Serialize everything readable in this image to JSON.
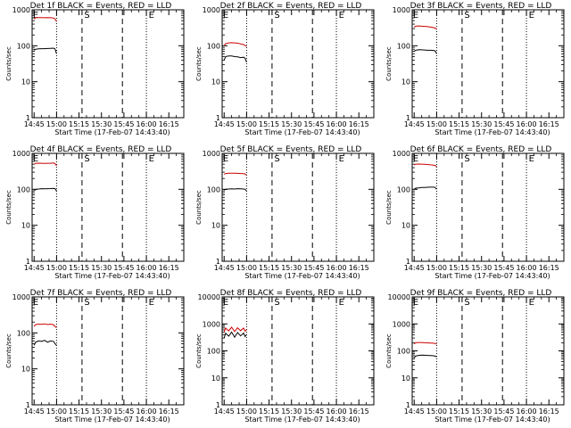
{
  "page": {
    "background": "#ffffff",
    "events_color": "#000000",
    "lld_color": "#cc0000"
  },
  "chart_data": [
    {
      "type": "line",
      "title": "Det 1f BLACK = Events, RED = LLD",
      "xlabel": "Start Time (17-Feb-07 14:43:40)",
      "ylabel": "Counts/sec",
      "x_ticks": [
        "14:45",
        "15:00",
        "15:15",
        "15:30",
        "15:45",
        "16:00",
        "16:15"
      ],
      "y_scale": "log",
      "y_ticks": [
        "1",
        "10",
        "100",
        "1000"
      ],
      "ylim": [
        1,
        1000
      ],
      "markers": [
        "E",
        "S",
        "E"
      ],
      "series": [
        {
          "color": "#000000",
          "x": [
            "14:45",
            "14:46",
            "14:48",
            "14:50",
            "14:52",
            "14:54",
            "14:56",
            "14:58",
            "14:59",
            "15:00"
          ],
          "values": [
            75,
            80,
            82,
            83,
            83,
            84,
            85,
            86,
            82,
            60
          ]
        },
        {
          "color": "#cc0000",
          "x": [
            "14:45",
            "14:46",
            "14:48",
            "14:50",
            "14:52",
            "14:54",
            "14:56",
            "14:58",
            "14:59",
            "15:00"
          ],
          "values": [
            560,
            600,
            610,
            610,
            600,
            605,
            600,
            590,
            560,
            470
          ]
        }
      ]
    },
    {
      "type": "line",
      "title": "Det 2f BLACK = Events, RED = LLD",
      "xlabel": "Start Time (17-Feb-07 14:43:40)",
      "ylabel": "Counts/sec",
      "x_ticks": [
        "14:45",
        "15:00",
        "15:15",
        "15:30",
        "15:45",
        "16:00",
        "16:15"
      ],
      "y_scale": "log",
      "y_ticks": [
        "1",
        "10",
        "100",
        "1000"
      ],
      "ylim": [
        1,
        1000
      ],
      "markers": [
        "E",
        "S",
        "E"
      ],
      "series": [
        {
          "color": "#000000",
          "x": [
            "14:45",
            "14:46",
            "14:48",
            "14:50",
            "14:52",
            "14:54",
            "14:56",
            "14:58",
            "14:59",
            "15:00"
          ],
          "values": [
            40,
            50,
            52,
            52,
            50,
            49,
            47,
            48,
            45,
            35
          ]
        },
        {
          "color": "#cc0000",
          "x": [
            "14:45",
            "14:46",
            "14:48",
            "14:50",
            "14:52",
            "14:54",
            "14:56",
            "14:58",
            "14:59",
            "15:00"
          ],
          "values": [
            100,
            115,
            120,
            122,
            120,
            118,
            112,
            108,
            102,
            95
          ]
        }
      ]
    },
    {
      "type": "line",
      "title": "Det 3f BLACK = Events, RED = LLD",
      "xlabel": "Start Time (17-Feb-07 14:43:40)",
      "ylabel": "Counts/sec",
      "x_ticks": [
        "14:45",
        "15:00",
        "15:15",
        "15:30",
        "15:45",
        "16:00",
        "16:15"
      ],
      "y_scale": "log",
      "y_ticks": [
        "1",
        "10",
        "100",
        "1000"
      ],
      "ylim": [
        1,
        1000
      ],
      "markers": [
        "E",
        "S",
        "E"
      ],
      "series": [
        {
          "color": "#000000",
          "x": [
            "14:45",
            "14:46",
            "14:48",
            "14:50",
            "14:52",
            "14:54",
            "14:56",
            "14:58",
            "14:59",
            "15:00"
          ],
          "values": [
            70,
            75,
            78,
            77,
            76,
            75,
            75,
            74,
            72,
            60
          ]
        },
        {
          "color": "#cc0000",
          "x": [
            "14:45",
            "14:46",
            "14:48",
            "14:50",
            "14:52",
            "14:54",
            "14:56",
            "14:58",
            "14:59",
            "15:00"
          ],
          "values": [
            330,
            350,
            355,
            350,
            345,
            340,
            330,
            320,
            310,
            290
          ]
        }
      ]
    },
    {
      "type": "line",
      "title": "Det 4f BLACK = Events, RED = LLD",
      "xlabel": "Start Time (17-Feb-07 14:43:40)",
      "ylabel": "Counts/sec",
      "x_ticks": [
        "14:45",
        "15:00",
        "15:15",
        "15:30",
        "15:45",
        "16:00",
        "16:15"
      ],
      "y_scale": "log",
      "y_ticks": [
        "1",
        "10",
        "100",
        "1000"
      ],
      "ylim": [
        1,
        1000
      ],
      "markers": [
        "E",
        "S",
        "E"
      ],
      "series": [
        {
          "color": "#000000",
          "x": [
            "14:45",
            "14:46",
            "14:48",
            "14:50",
            "14:52",
            "14:54",
            "14:56",
            "14:58",
            "14:59",
            "15:00"
          ],
          "values": [
            90,
            100,
            102,
            104,
            103,
            104,
            105,
            106,
            104,
            90
          ]
        },
        {
          "color": "#cc0000",
          "x": [
            "14:45",
            "14:46",
            "14:48",
            "14:50",
            "14:52",
            "14:54",
            "14:56",
            "14:58",
            "14:59",
            "15:00"
          ],
          "values": [
            500,
            530,
            535,
            530,
            525,
            530,
            530,
            540,
            520,
            450
          ]
        }
      ]
    },
    {
      "type": "line",
      "title": "Det 5f BLACK = Events, RED = LLD",
      "xlabel": "Start Time (17-Feb-07 14:43:40)",
      "ylabel": "Counts/sec",
      "x_ticks": [
        "14:45",
        "15:00",
        "15:15",
        "15:30",
        "15:45",
        "16:00",
        "16:15"
      ],
      "y_scale": "log",
      "y_ticks": [
        "1",
        "10",
        "100",
        "1000"
      ],
      "ylim": [
        1,
        1000
      ],
      "markers": [
        "E",
        "S",
        "E"
      ],
      "series": [
        {
          "color": "#000000",
          "x": [
            "14:45",
            "14:46",
            "14:48",
            "14:50",
            "14:52",
            "14:54",
            "14:56",
            "14:58",
            "14:59",
            "15:00"
          ],
          "values": [
            95,
            100,
            102,
            103,
            102,
            104,
            103,
            102,
            100,
            90
          ]
        },
        {
          "color": "#cc0000",
          "x": [
            "14:45",
            "14:46",
            "14:48",
            "14:50",
            "14:52",
            "14:54",
            "14:56",
            "14:58",
            "14:59",
            "15:00"
          ],
          "values": [
            260,
            275,
            280,
            282,
            280,
            278,
            276,
            272,
            268,
            250
          ]
        }
      ]
    },
    {
      "type": "line",
      "title": "Det 6f BLACK = Events, RED = LLD",
      "xlabel": "Start Time (17-Feb-07 14:43:40)",
      "ylabel": "Counts/sec",
      "x_ticks": [
        "14:45",
        "15:00",
        "15:15",
        "15:30",
        "15:45",
        "16:00",
        "16:15"
      ],
      "y_scale": "log",
      "y_ticks": [
        "1",
        "10",
        "100",
        "1000"
      ],
      "ylim": [
        1,
        1000
      ],
      "markers": [
        "E",
        "S",
        "E"
      ],
      "series": [
        {
          "color": "#000000",
          "x": [
            "14:45",
            "14:46",
            "14:48",
            "14:50",
            "14:52",
            "14:54",
            "14:56",
            "14:58",
            "14:59",
            "15:00"
          ],
          "values": [
            100,
            108,
            110,
            112,
            113,
            114,
            115,
            115,
            113,
            100
          ]
        },
        {
          "color": "#cc0000",
          "x": [
            "14:45",
            "14:46",
            "14:48",
            "14:50",
            "14:52",
            "14:54",
            "14:56",
            "14:58",
            "14:59",
            "15:00"
          ],
          "values": [
            480,
            500,
            505,
            500,
            495,
            490,
            480,
            470,
            460,
            430
          ]
        }
      ]
    },
    {
      "type": "line",
      "title": "Det 7f BLACK = Events, RED = LLD",
      "xlabel": "Start Time (17-Feb-07 14:43:40)",
      "ylabel": "Counts/sec",
      "x_ticks": [
        "14:45",
        "15:00",
        "15:15",
        "15:30",
        "15:45",
        "16:00",
        "16:15"
      ],
      "y_scale": "log",
      "y_ticks": [
        "1",
        "10",
        "100",
        "1000"
      ],
      "ylim": [
        1,
        1000
      ],
      "markers": [
        "E",
        "S",
        "E"
      ],
      "series": [
        {
          "color": "#000000",
          "x": [
            "14:45",
            "14:46",
            "14:48",
            "14:50",
            "14:52",
            "14:54",
            "14:56",
            "14:58",
            "14:59",
            "15:00"
          ],
          "values": [
            45,
            55,
            60,
            58,
            62,
            55,
            60,
            58,
            50,
            45
          ]
        },
        {
          "color": "#cc0000",
          "x": [
            "14:45",
            "14:46",
            "14:48",
            "14:50",
            "14:52",
            "14:54",
            "14:56",
            "14:58",
            "14:59",
            "15:00"
          ],
          "values": [
            150,
            170,
            175,
            172,
            178,
            170,
            175,
            168,
            150,
            140
          ]
        }
      ]
    },
    {
      "type": "line",
      "title": "Det 8f BLACK = Events, RED = LLD",
      "xlabel": "Start Time (17-Feb-07 14:43:40)",
      "ylabel": "Counts/sec",
      "x_ticks": [
        "14:45",
        "15:00",
        "15:15",
        "15:30",
        "15:45",
        "16:00",
        "16:15"
      ],
      "y_scale": "log",
      "y_ticks": [
        "1",
        "10",
        "100",
        "1000",
        "10000"
      ],
      "ylim": [
        1,
        10000
      ],
      "markers": [
        "E",
        "S",
        "E"
      ],
      "series": [
        {
          "color": "#000000",
          "x": [
            "14:45",
            "14:46",
            "14:48",
            "14:50",
            "14:52",
            "14:54",
            "14:56",
            "14:58",
            "14:59",
            "15:00"
          ],
          "values": [
            300,
            450,
            350,
            500,
            320,
            480,
            360,
            460,
            340,
            400
          ]
        },
        {
          "color": "#cc0000",
          "x": [
            "14:45",
            "14:46",
            "14:48",
            "14:50",
            "14:52",
            "14:54",
            "14:56",
            "14:58",
            "14:59",
            "15:00"
          ],
          "values": [
            500,
            700,
            550,
            750,
            520,
            720,
            560,
            700,
            540,
            600
          ]
        }
      ]
    },
    {
      "type": "line",
      "title": "Det 9f BLACK = Events, RED = LLD",
      "xlabel": "Start Time (17-Feb-07 14:43:40)",
      "ylabel": "Counts/sec",
      "x_ticks": [
        "14:45",
        "15:00",
        "15:15",
        "15:30",
        "15:45",
        "16:00",
        "16:15"
      ],
      "y_scale": "log",
      "y_ticks": [
        "1",
        "10",
        "100",
        "1000",
        "10000"
      ],
      "ylim": [
        1,
        10000
      ],
      "markers": [
        "E",
        "S",
        "E"
      ],
      "series": [
        {
          "color": "#000000",
          "x": [
            "14:45",
            "14:46",
            "14:48",
            "14:50",
            "14:52",
            "14:54",
            "14:56",
            "14:58",
            "14:59",
            "15:00"
          ],
          "values": [
            55,
            65,
            68,
            70,
            69,
            68,
            67,
            66,
            64,
            60
          ]
        },
        {
          "color": "#cc0000",
          "x": [
            "14:45",
            "14:46",
            "14:48",
            "14:50",
            "14:52",
            "14:54",
            "14:56",
            "14:58",
            "14:59",
            "15:00"
          ],
          "values": [
            180,
            200,
            205,
            205,
            200,
            198,
            195,
            192,
            188,
            175
          ]
        }
      ]
    }
  ]
}
